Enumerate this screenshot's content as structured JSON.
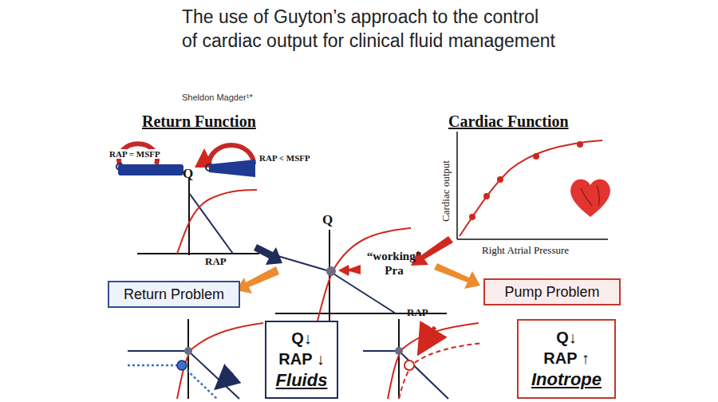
{
  "diagram": {
    "title": "The use of Guyton’s approach to the control of cardiac output for clinical fluid management",
    "nodes": [
      {
        "text": [
          "Return Problem"
        ]
      },
      {
        "text": [
          "Pump Problem"
        ]
      },
      {
        "text": [
          "Q↓",
          "RAP ↓",
          "Fluids"
        ]
      },
      {
        "text": [
          "Q↓",
          "RAP ↑",
          "Inotrope"
        ]
      }
    ],
    "labels": [
      "Sheldon Magder¹*",
      "Return Function",
      "Cardiac Function",
      "RAP = MSFP",
      "RAP < MSFP",
      "Q",
      "RAP",
      "Q",
      "“working” Pra",
      "RAP",
      "Cardiac output",
      "Right Atrial Pressure"
    ]
  }
}
